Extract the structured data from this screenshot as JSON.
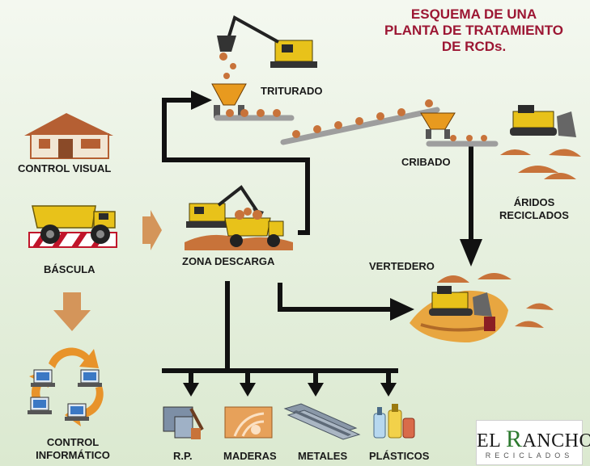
{
  "title": {
    "line1": "ESQUEMA DE UNA",
    "line2": "PLANTA DE TRATAMIENTO",
    "line3": "DE RCDs."
  },
  "colors": {
    "title": "#9c1633",
    "arrow": "#111111",
    "soil": "#c8733a",
    "machine": "#e8c21a",
    "hopper": "#e89a1f",
    "conveyor": "#bdbdbd",
    "side_arrow": "#d4955a",
    "logo_accent": "#2d7a2f"
  },
  "nodes": {
    "control_visual": "CONTROL VISUAL",
    "bascula": "BÁSCULA",
    "control_informatico_line1": "CONTROL",
    "control_informatico_line2": "INFORMÁTICO",
    "zona_descarga": "ZONA DESCARGA",
    "triturado": "TRITURADO",
    "cribado": "CRIBADO",
    "aridos_line1": "ÁRIDOS",
    "aridos_line2": "RECICLADOS",
    "vertedero": "VERTEDERO",
    "rp": "R.P.",
    "maderas": "MADERAS",
    "metales": "METALES",
    "plasticos": "PLÁSTICOS"
  },
  "icons": {
    "house": "house-icon",
    "dump_truck": "dump-truck-icon",
    "computer": "computer-icon",
    "recycle": "recycle-icon",
    "excavator": "excavator-icon",
    "bulldozer": "bulldozer-icon",
    "hopper": "hopper-icon",
    "conveyor": "conveyor-icon",
    "paint": "paint-cans-icon",
    "wood": "wood-icon",
    "steel_beam": "steel-beam-icon",
    "bottles": "bottles-icon"
  },
  "logo": {
    "brand_prefix": "EL ",
    "brand_initial": "R",
    "brand_rest": "ANCHO",
    "tagline": "RECICLADOS"
  }
}
